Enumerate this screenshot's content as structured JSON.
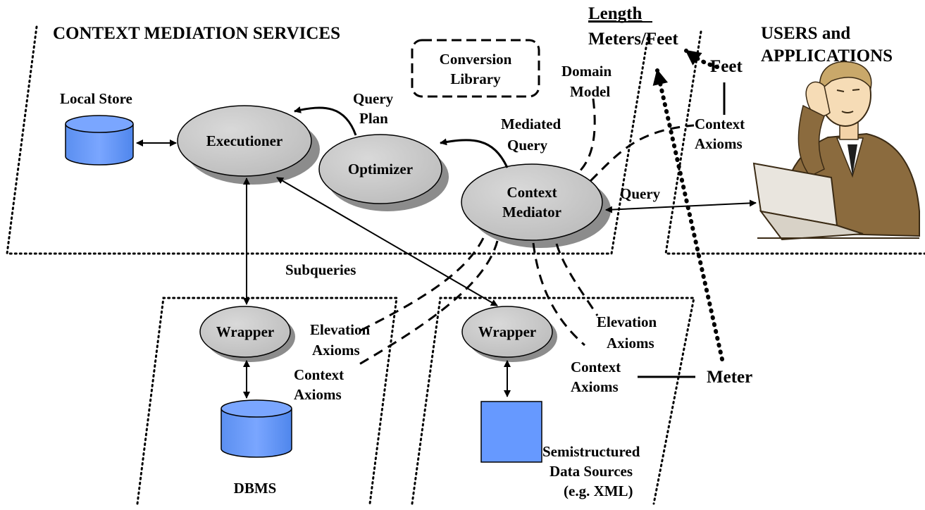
{
  "regions": {
    "mediation_title": "CONTEXT MEDIATION SERVICES",
    "users_title": [
      "USERS and",
      "APPLICATIONS"
    ]
  },
  "nodes": {
    "local_store": "Local Store",
    "executioner": "Executioner",
    "optimizer": "Optimizer",
    "context_mediator": [
      "Context",
      "Mediator"
    ],
    "conversion_library": [
      "Conversion",
      "Library"
    ],
    "wrapper_left": "Wrapper",
    "wrapper_right": "Wrapper",
    "dbms": "DBMS",
    "semistructured": [
      "Semistructured",
      "Data Sources",
      "(e.g. XML)"
    ]
  },
  "labels": {
    "query_plan": [
      "Query",
      "Plan"
    ],
    "mediated_query": [
      "Mediated",
      "Query"
    ],
    "domain_model": [
      "Domain",
      "Model"
    ],
    "length": "Length",
    "meters_feet": "Meters/Feet",
    "feet": "Feet",
    "meter": "Meter",
    "user_context_axioms": [
      "Context",
      "Axioms"
    ],
    "query": "Query",
    "subqueries": "Subqueries",
    "elevation_axioms_left": [
      "Elevation",
      "Axioms"
    ],
    "context_axioms_left": [
      "Context",
      "Axioms"
    ],
    "elevation_axioms_right": [
      "Elevation",
      "Axioms"
    ],
    "context_axioms_right": [
      "Context",
      "Axioms"
    ]
  }
}
